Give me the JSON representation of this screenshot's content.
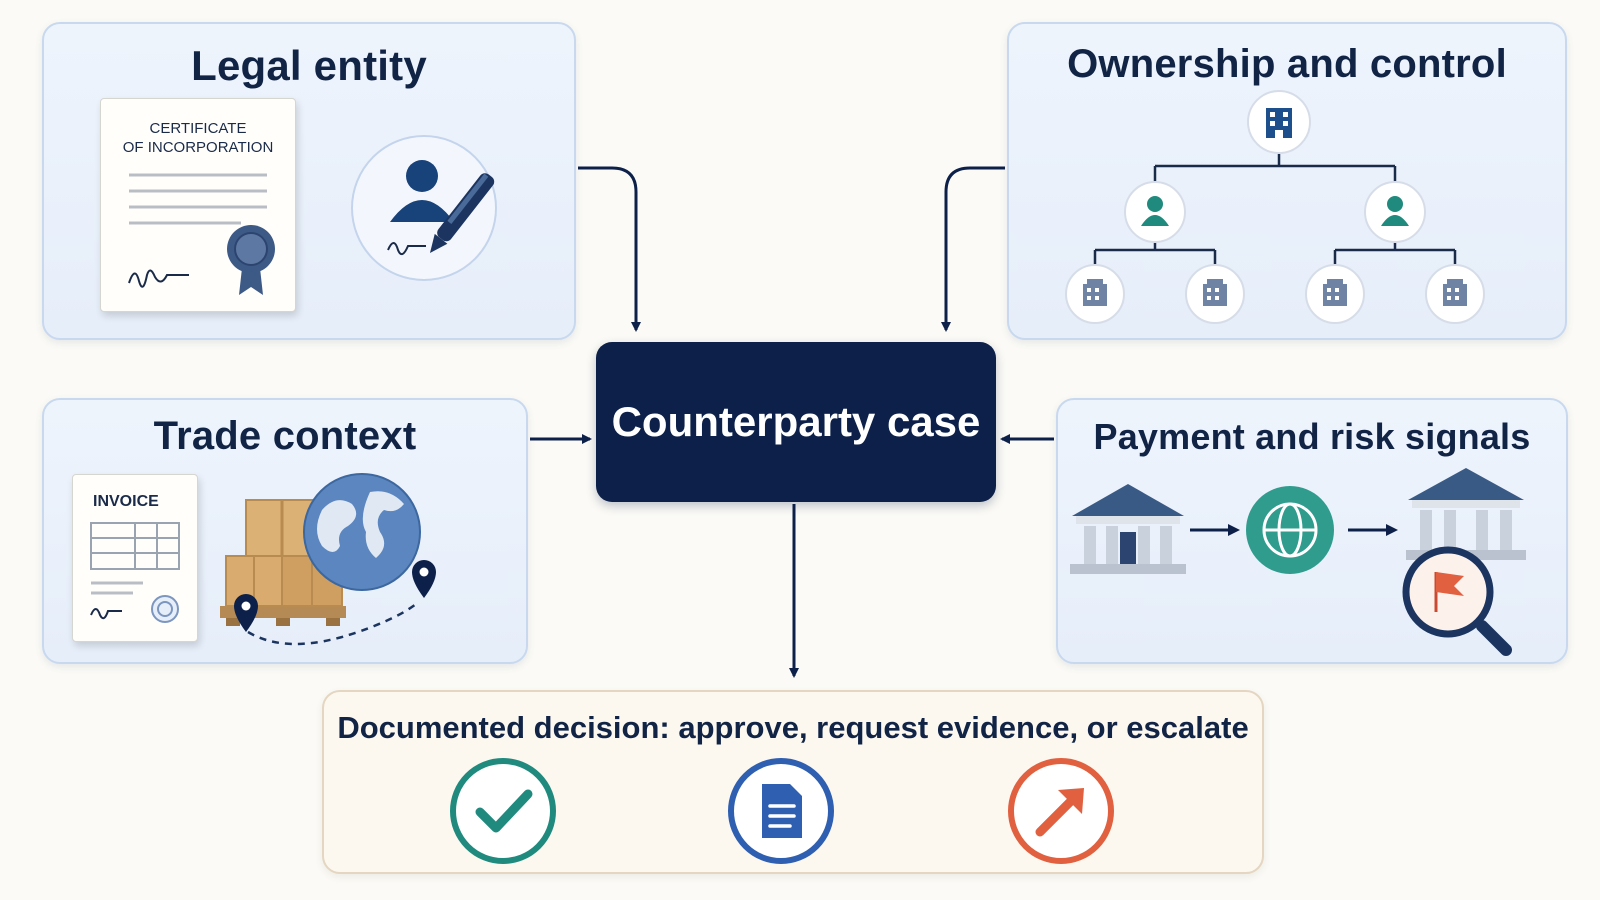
{
  "diagram": {
    "center": {
      "label": "Counterparty case"
    },
    "panels": {
      "legal_entity": {
        "title": "Legal entity",
        "certificate_text": [
          "CERTIFICATE",
          "OF INCORPORATION"
        ],
        "icons": [
          "certificate-icon",
          "seal-icon",
          "person-icon",
          "pen-icon"
        ]
      },
      "ownership": {
        "title": "Ownership and control",
        "icons": [
          "building-icon",
          "person-icon",
          "building-icon"
        ]
      },
      "trade": {
        "title": "Trade context",
        "invoice_text": "INVOICE",
        "icons": [
          "invoice-icon",
          "boxes-icon",
          "globe-icon",
          "location-pin-icon"
        ]
      },
      "payment": {
        "title": "Payment and risk signals",
        "icons": [
          "bank-icon",
          "globe-icon",
          "bank-icon",
          "magnifier-icon",
          "flag-icon"
        ]
      }
    },
    "decision": {
      "label": "Documented decision: approve, request evidence, or escalate",
      "options": [
        {
          "icon": "checkmark-icon",
          "color": "#1f8a7d"
        },
        {
          "icon": "document-icon",
          "color": "#2f5fb0"
        },
        {
          "icon": "arrow-up-right-icon",
          "color": "#e0603f"
        }
      ]
    },
    "colors": {
      "navy": "#0c2049",
      "panel_fill": "#e9f0fb",
      "teal": "#1f8a7d",
      "blue": "#2f5fb0",
      "red": "#e0603f"
    }
  }
}
